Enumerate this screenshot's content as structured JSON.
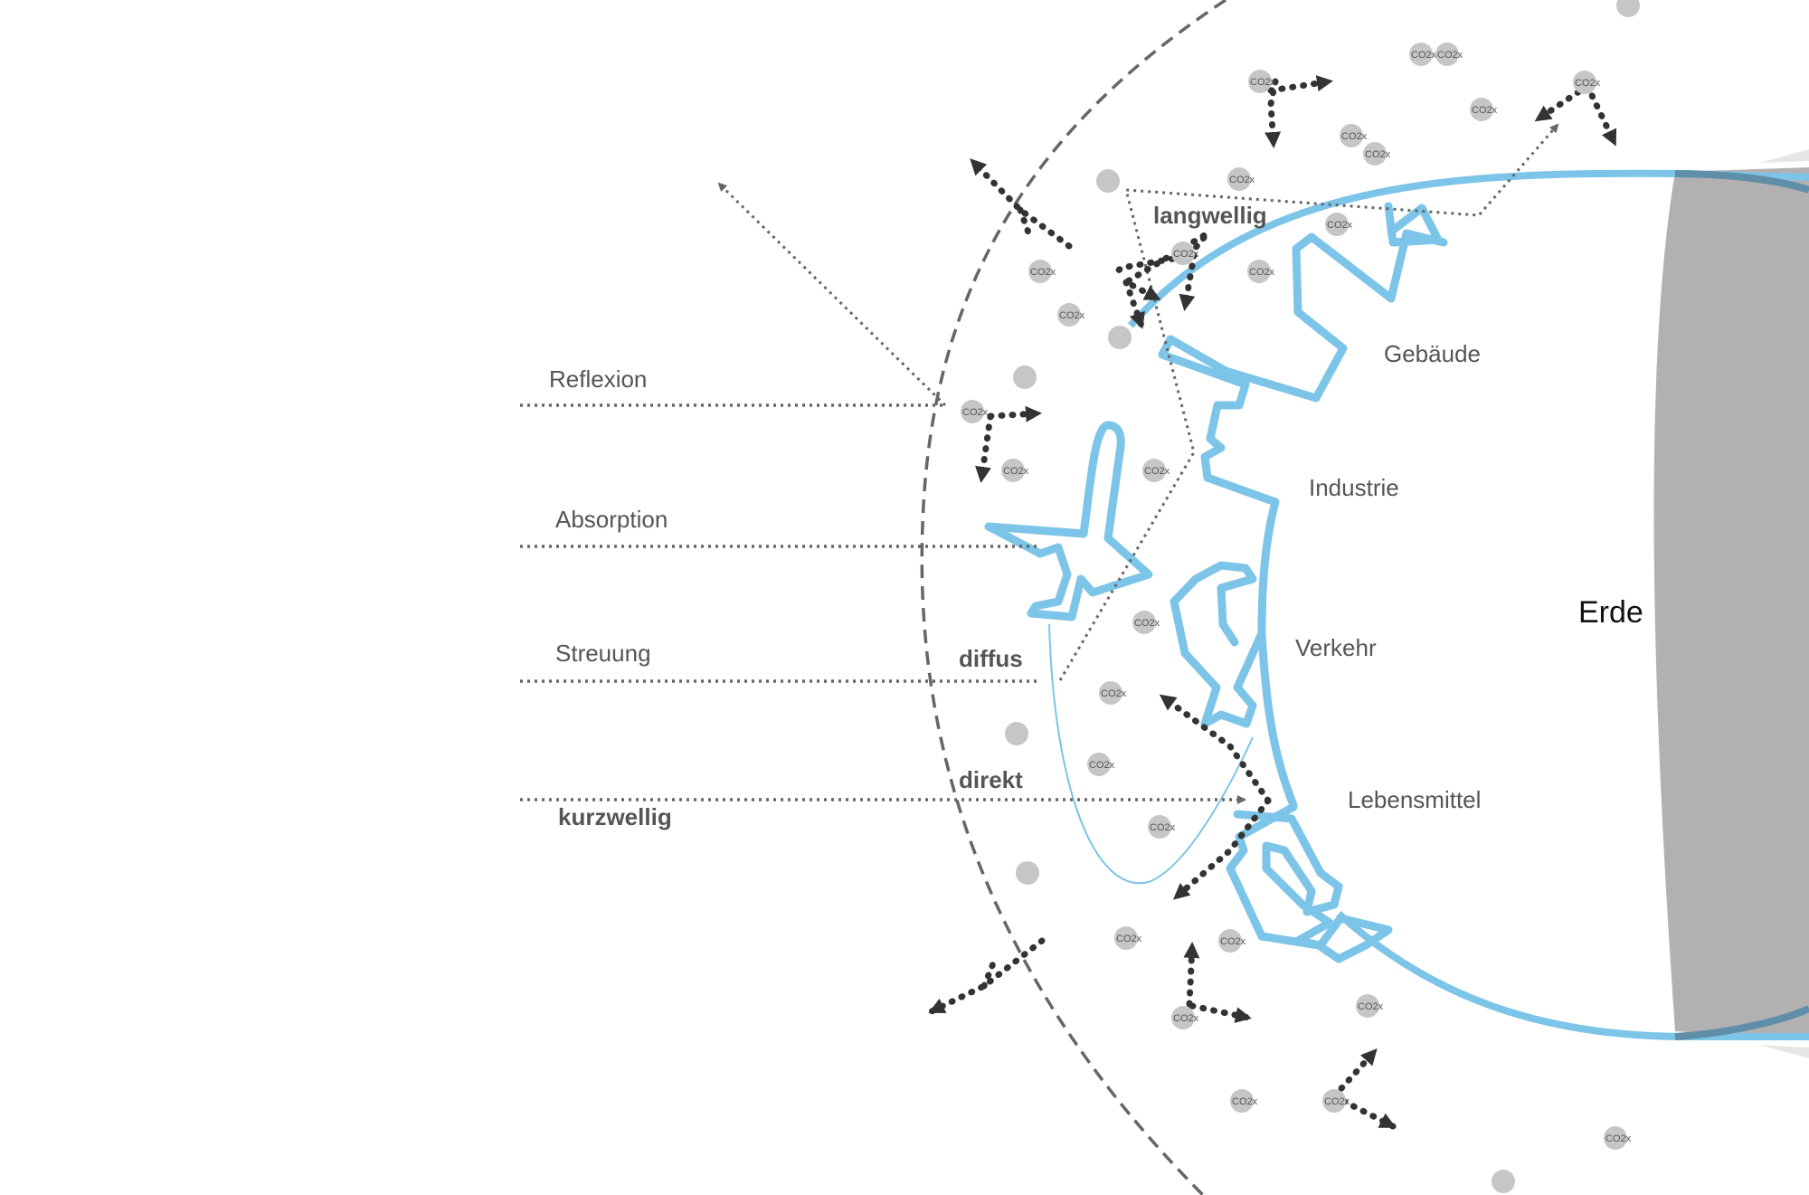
{
  "labels": {
    "earth": "Erde",
    "sources": {
      "buildings": "Gebäude",
      "industry": "Industrie",
      "traffic": "Verkehr",
      "food": "Lebensmittel"
    },
    "radiation": {
      "reflection": "Reflexion",
      "absorption": "Absorption",
      "scattering": "Streuung",
      "shortwave": "kurzwellig",
      "longwave": "langwellig",
      "diffuse": "diffus",
      "direct": "direkt"
    },
    "molecule": "CO2x"
  },
  "colors": {
    "blue_outline": "#7cc4e8",
    "earth_shadow": "#b3b0b1",
    "atmosphere_boundary": "#666666",
    "dotted_lines": "#666666",
    "arrows": "#333333",
    "particles": "#c6c6c6",
    "text": "#555555"
  },
  "icons": [
    "airplane-icon",
    "car-icon",
    "building-icon",
    "factory-icon",
    "food-icon",
    "co2-molecule-icon",
    "particle-icon"
  ]
}
